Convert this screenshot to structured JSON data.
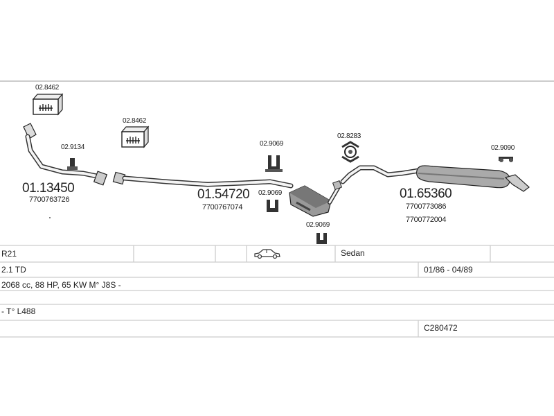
{
  "parts": {
    "kit_a": "02.8462",
    "kit_b": "02.8462",
    "clamp": "02.9134",
    "front_pipe": "01.13450",
    "front_pipe_oe": "7700763726",
    "mount_1": "02.9069",
    "mount_2": "02.9069",
    "mount_3": "02.9069",
    "ring": "02.8283",
    "middle": "01.54720",
    "middle_oe": "7700767074",
    "rear": "01.65360",
    "rear_oe_1": "7700773086",
    "rear_oe_2": "7700772004",
    "rear_mount": "02.9090"
  },
  "table": {
    "model": "R21",
    "body": "Sedan",
    "engine": "2.1 TD",
    "years": "01/86 - 04/89",
    "spec": "2068 cc, 88 HP, 65 KW M° J8S -",
    "note": "- T° L488",
    "code": "C280472"
  },
  "icons": {
    "car": "sedan-car-icon",
    "kit": "hardware-kit-box-icon"
  }
}
